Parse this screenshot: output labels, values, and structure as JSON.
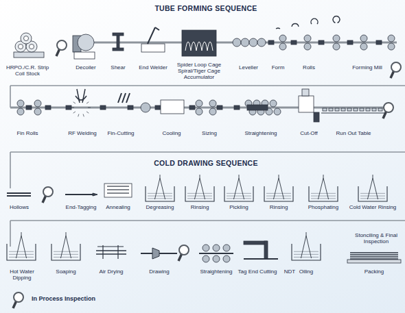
{
  "diagram": {
    "title": "TUBE FORMING SEQUENCE",
    "labels": [
      "HRPO./C.R. Strip Coil Stock",
      "Decoiler",
      "Shear",
      "End Welder",
      "Spider Loop Cage Spiral/Tiger Cage Accumulator",
      "Leveller",
      "Form",
      "Rolls",
      "Forming Mill",
      "Fin Rolls",
      "RF Welding",
      "Fin-Cutting",
      "Cooling",
      "Sizing",
      "Straightening",
      "Cut-Off",
      "Run Out Table",
      "COLD DRAWING SEQUENCE",
      "Hollows",
      "End-Tagging",
      "Annealing",
      "Degreasing",
      "Rinsing",
      "Pickling",
      "Rinsing",
      "Phosphating",
      "Cold Water Rinsing",
      "Hot Water Dipping",
      "Soaping",
      "Air Drying",
      "Drawing",
      "Straightening",
      "Tag End Cutting",
      "NDT",
      "Oiling",
      "Stonciling & Final Inspection",
      "Packing"
    ],
    "legend": [
      {
        "text": "In Process Inspection"
      }
    ]
  }
}
